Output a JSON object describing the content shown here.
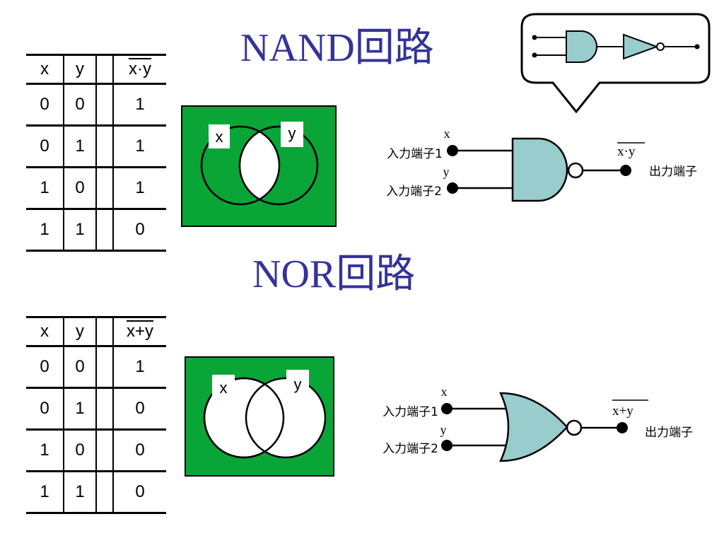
{
  "nand": {
    "title": "NAND回路",
    "table": {
      "headers": [
        "x",
        "y",
        "x·y"
      ],
      "rows": [
        [
          "0",
          "0",
          "1"
        ],
        [
          "0",
          "1",
          "1"
        ],
        [
          "1",
          "0",
          "1"
        ],
        [
          "1",
          "1",
          "0"
        ]
      ]
    },
    "venn": {
      "label_x": "x",
      "label_y": "y"
    },
    "circuit": {
      "input1_label": "入力端子1",
      "input2_label": "入力端子2",
      "input1_var": "x",
      "input2_var": "y",
      "output_expr": "x·y",
      "output_label": "出力端子"
    }
  },
  "nor": {
    "title": "NOR回路",
    "table": {
      "headers": [
        "x",
        "y",
        "x+y"
      ],
      "rows": [
        [
          "0",
          "0",
          "1"
        ],
        [
          "0",
          "1",
          "0"
        ],
        [
          "1",
          "0",
          "0"
        ],
        [
          "1",
          "1",
          "0"
        ]
      ]
    },
    "venn": {
      "label_x": "x",
      "label_y": "y"
    },
    "circuit": {
      "input1_label": "入力端子1",
      "input2_label": "入力端子2",
      "input1_var": "x",
      "input2_var": "y",
      "output_expr": "x+y",
      "output_label": "出力端子"
    }
  },
  "colors": {
    "title": "#333399",
    "venn_bg": "#0aa537",
    "gate_fill": "#99cccc"
  },
  "icons": {
    "callout": "and-not-gate-callout-icon"
  }
}
